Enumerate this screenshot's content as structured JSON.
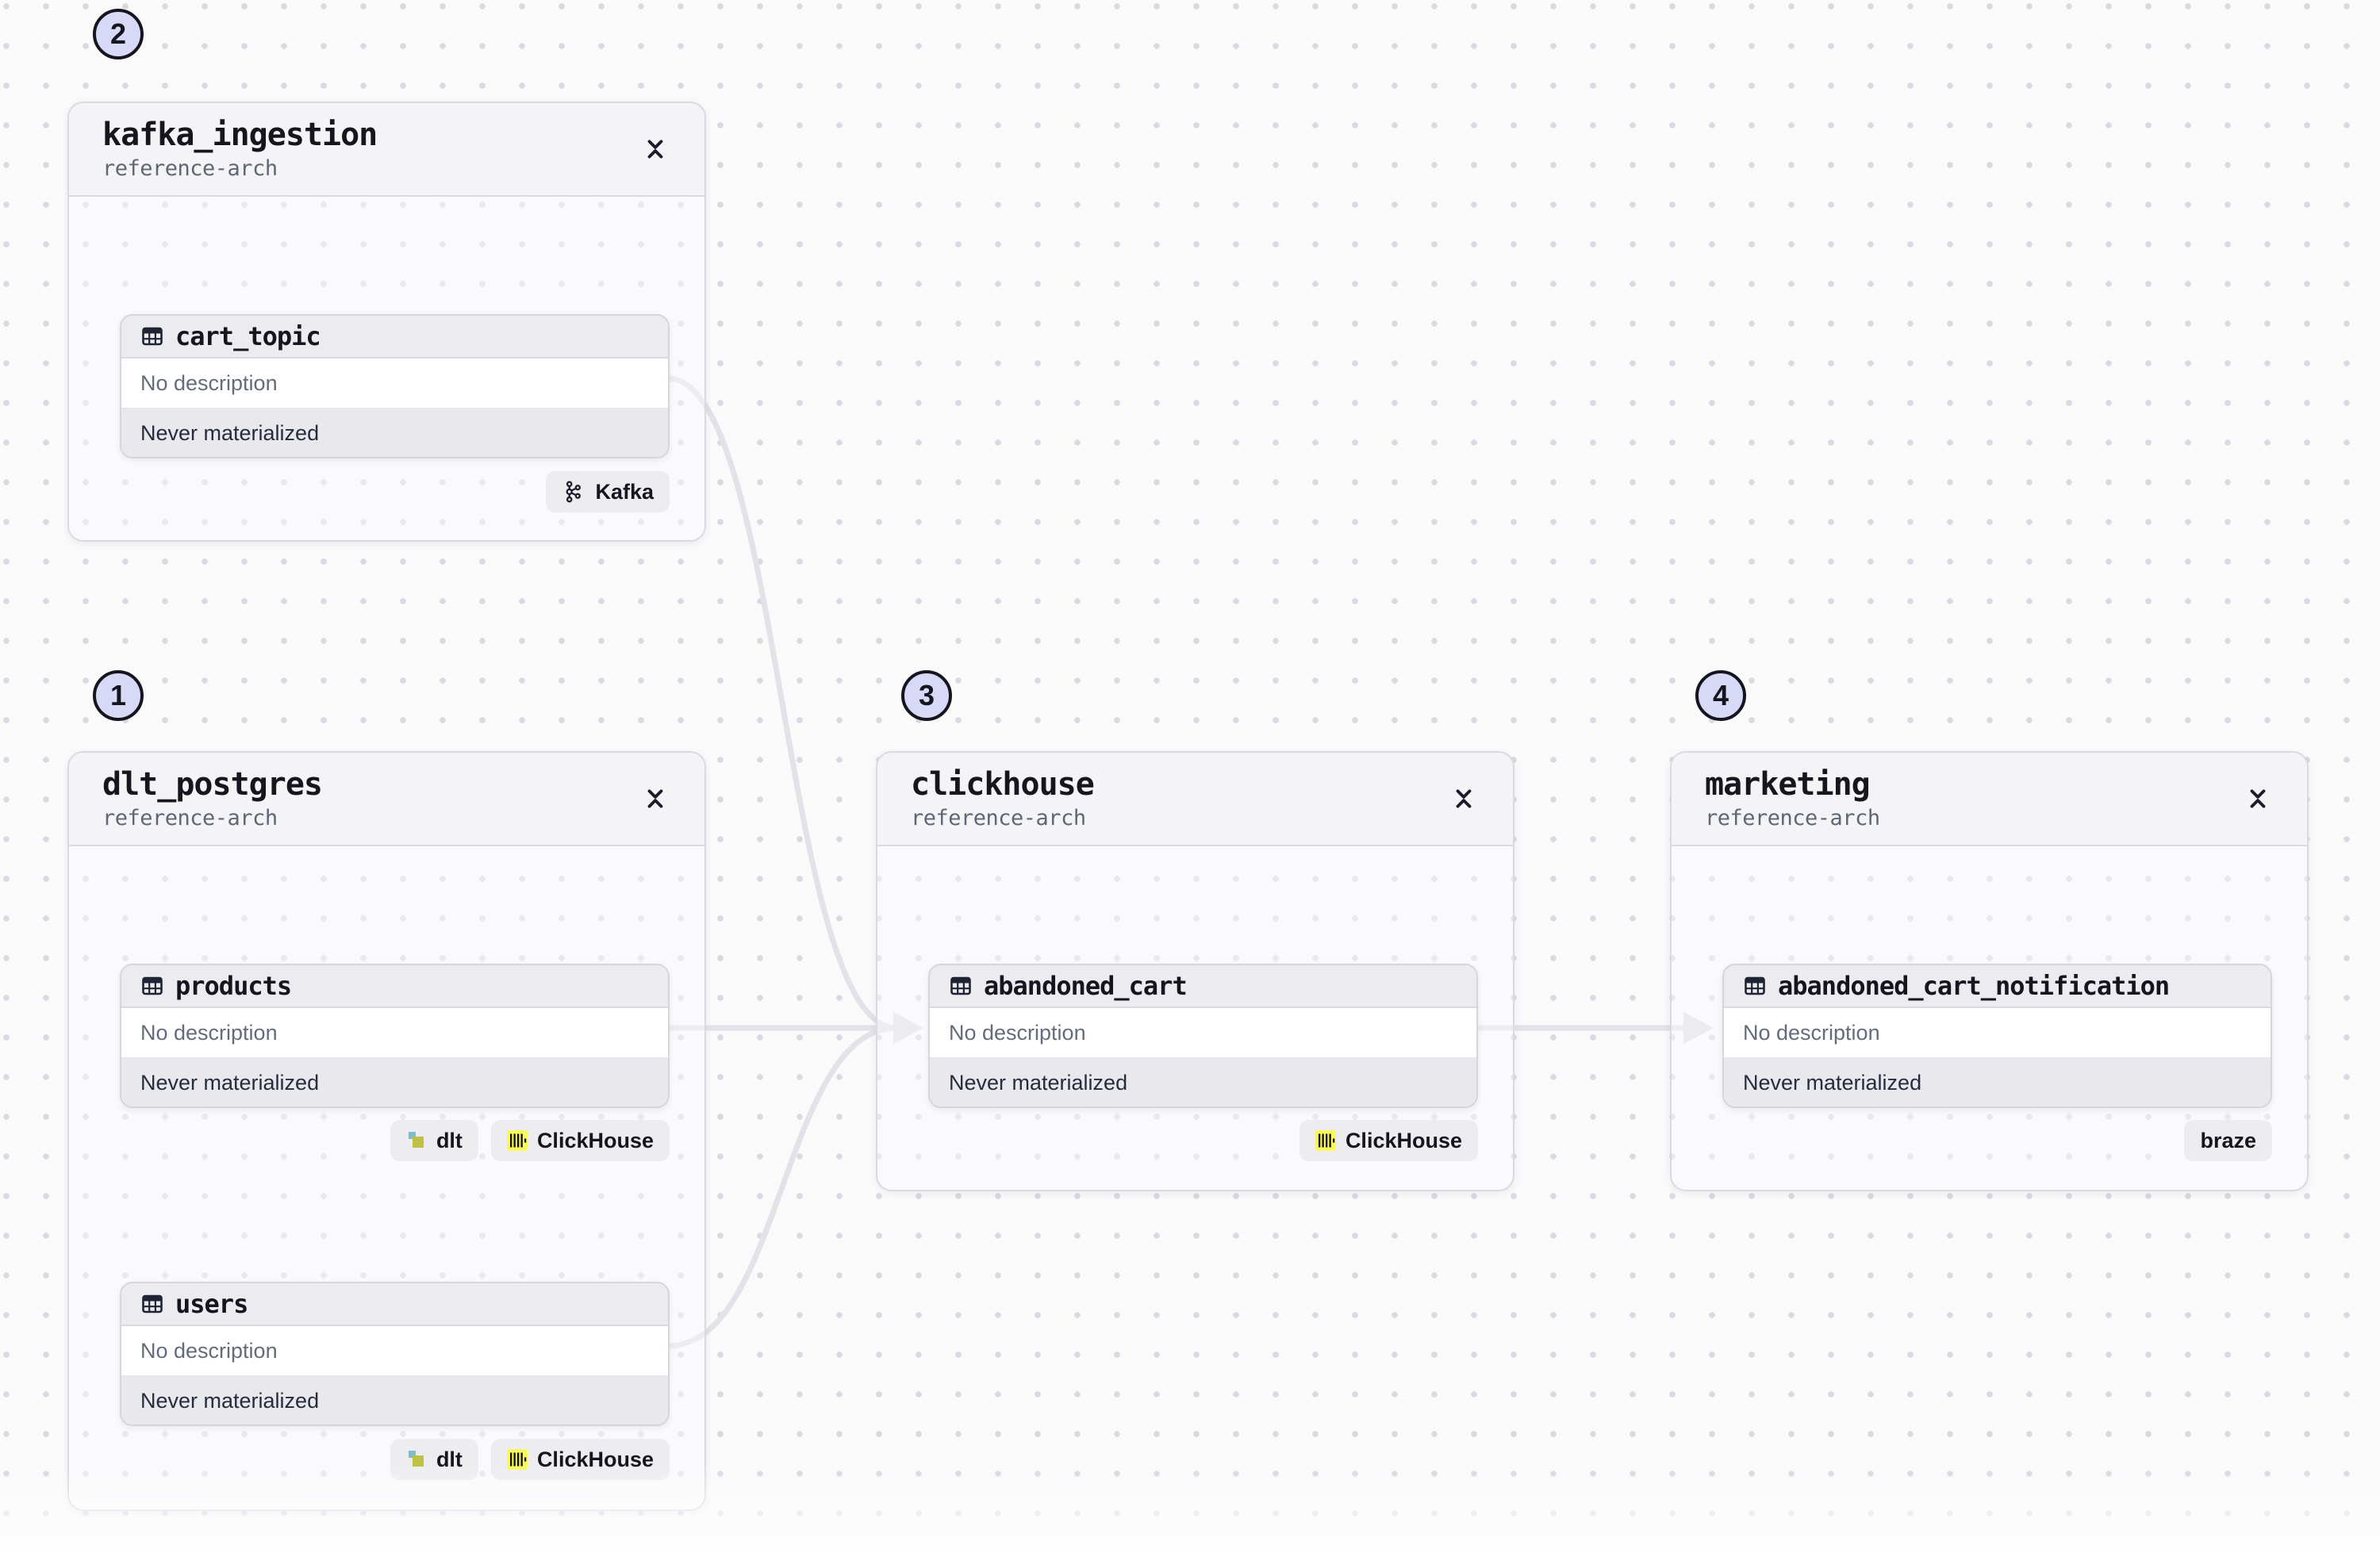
{
  "canvas": {
    "kind": "asset-lineage-graph"
  },
  "colors": {
    "background": "#fafafb",
    "dot_grid": "#d9d9e1",
    "edge": "#e2e2e8",
    "group_border": "#d9d9e1",
    "group_header_bg": "#f4f4f6",
    "card_header_bg": "#ececf0",
    "card_status_bg": "#e8e8ed",
    "number_badge_bg": "#d8d9f7",
    "number_badge_border": "#15151f",
    "clickhouse_yellow": "#f9f85b",
    "dlt_blue": "#79bdd4",
    "dlt_olive": "#bfc145",
    "text_dark": "#15151f",
    "text_muted": "#646c7b"
  },
  "groups": [
    {
      "number": "2",
      "title": "kafka_ingestion",
      "subtitle": "reference-arch",
      "assets": [
        {
          "name": "cart_topic",
          "description": "No description",
          "status": "Never materialized",
          "badges": [
            {
              "label": "Kafka",
              "icon": "kafka-icon"
            }
          ]
        }
      ]
    },
    {
      "number": "1",
      "title": "dlt_postgres",
      "subtitle": "reference-arch",
      "assets": [
        {
          "name": "products",
          "description": "No description",
          "status": "Never materialized",
          "badges": [
            {
              "label": "dlt",
              "icon": "dlt-icon"
            },
            {
              "label": "ClickHouse",
              "icon": "clickhouse-icon"
            }
          ]
        },
        {
          "name": "users",
          "description": "No description",
          "status": "Never materialized",
          "badges": [
            {
              "label": "dlt",
              "icon": "dlt-icon"
            },
            {
              "label": "ClickHouse",
              "icon": "clickhouse-icon"
            }
          ]
        }
      ]
    },
    {
      "number": "3",
      "title": "clickhouse",
      "subtitle": "reference-arch",
      "assets": [
        {
          "name": "abandoned_cart",
          "description": "No description",
          "status": "Never materialized",
          "badges": [
            {
              "label": "ClickHouse",
              "icon": "clickhouse-icon"
            }
          ]
        }
      ]
    },
    {
      "number": "4",
      "title": "marketing",
      "subtitle": "reference-arch",
      "assets": [
        {
          "name": "abandoned_cart_notification",
          "description": "No description",
          "status": "Never materialized",
          "badges": [
            {
              "label": "braze",
              "icon": null
            }
          ]
        }
      ]
    }
  ],
  "edges": [
    {
      "from": "cart_topic",
      "to": "abandoned_cart"
    },
    {
      "from": "products",
      "to": "abandoned_cart"
    },
    {
      "from": "users",
      "to": "abandoned_cart"
    },
    {
      "from": "abandoned_cart",
      "to": "abandoned_cart_notification"
    }
  ]
}
